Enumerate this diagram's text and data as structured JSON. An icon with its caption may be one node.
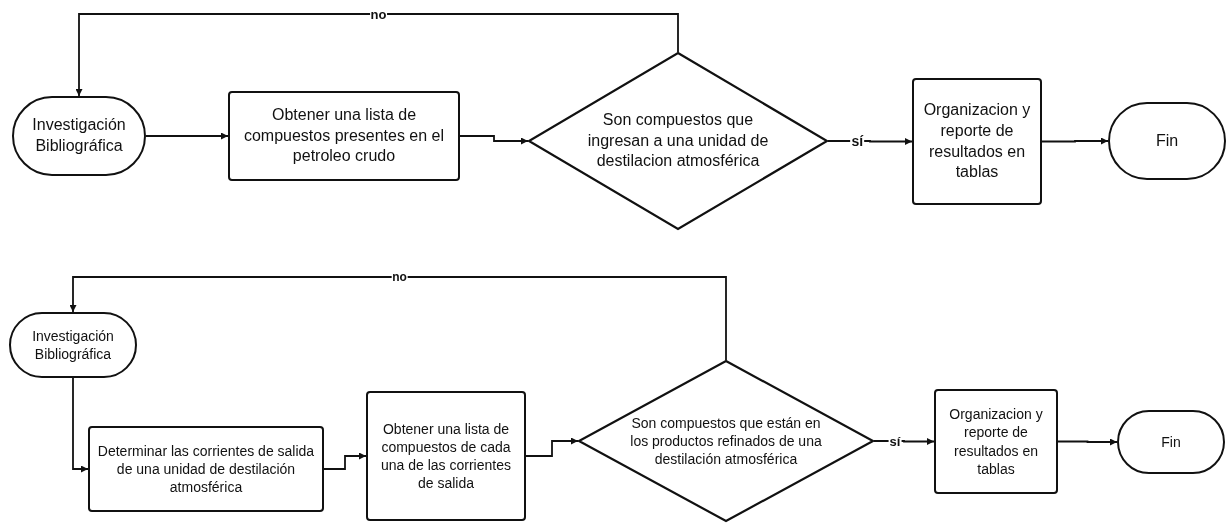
{
  "diagram": {
    "nodes": [
      {
        "text": [
          "Investigación Bibliográfica"
        ]
      },
      {
        "text": [
          "Obtener una lista de compuestos presentes en el petroleo crudo"
        ]
      },
      {
        "text": [
          "Son compuestos que ingresan a una unidad de destilacion atmosférica"
        ]
      },
      {
        "text": [
          "Organizacion y reporte de resultados en tablas"
        ]
      },
      {
        "text": [
          "Fin"
        ]
      },
      {
        "text": [
          "Investigación Bibliográfica"
        ]
      },
      {
        "text": [
          "Determinar las corrientes de salida de una unidad de destilación atmosférica"
        ]
      },
      {
        "text": [
          "Obtener una lista de compuestos de cada una de las corrientes de salida"
        ]
      },
      {
        "text": [
          "Son compuestos que están en los productos refinados de una destilación atmosférica"
        ]
      },
      {
        "text": [
          "Organizacion y reporte de resultados en tablas"
        ]
      },
      {
        "text": [
          "Fin"
        ]
      }
    ],
    "edges": [
      {
        "from": 0,
        "to": 1,
        "arrow": "to"
      },
      {
        "from": 1,
        "to": 2,
        "arrow": "to"
      },
      {
        "from": 2,
        "to": 3,
        "arrow": "to",
        "label": "sí"
      },
      {
        "from": 3,
        "to": 4,
        "arrow": "to"
      },
      {
        "from": 2,
        "to": 0,
        "arrow": "to",
        "label": "no"
      },
      {
        "from": 5,
        "to": 6,
        "arrow": "to"
      },
      {
        "from": 6,
        "to": 7,
        "arrow": "to"
      },
      {
        "from": 7,
        "to": 8,
        "arrow": "to"
      },
      {
        "from": 8,
        "to": 9,
        "arrow": "to",
        "label": "sí"
      },
      {
        "from": 9,
        "to": 10,
        "arrow": "to"
      },
      {
        "from": 8,
        "to": 5,
        "arrow": "to",
        "label": "no"
      }
    ]
  }
}
